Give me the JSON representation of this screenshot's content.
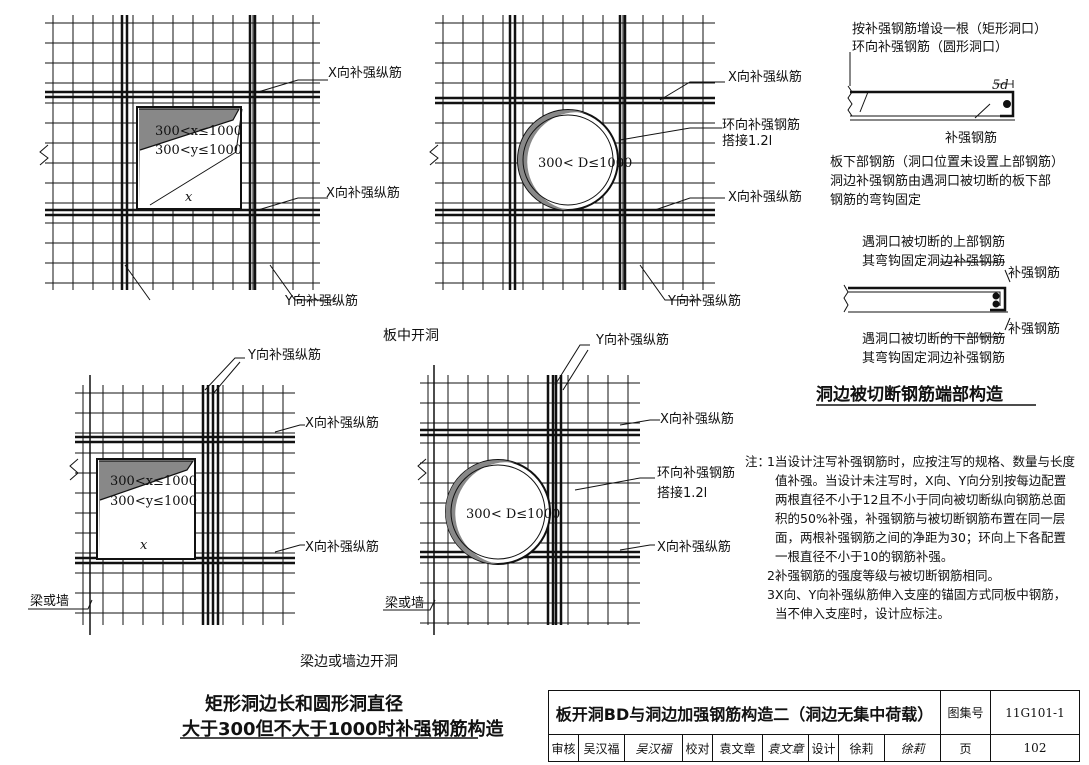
{
  "panels": {
    "top_left": {
      "label_x_top": "X向补强纵筋",
      "label_x_bottom": "X向补强纵筋",
      "label_y": "Y向补强纵筋",
      "range_x": "300<x≤1000",
      "range_y": "300<y≤1000",
      "dim_x": "x"
    },
    "top_mid": {
      "label_x_top": "X向补强纵筋",
      "label_ring": "环向补强钢筋",
      "label_ring_lap": "搭接1.2l",
      "label_x_bottom": "X向补强纵筋",
      "label_y": "Y向补强纵筋",
      "range_d": "300< D≤1000"
    },
    "caption_top": "板中开洞",
    "bottom_left": {
      "label_y": "Y向补强纵筋",
      "label_x_top": "X向补强纵筋",
      "label_x_bottom": "X向补强纵筋",
      "label_wall": "梁或墙",
      "range_x": "300<x≤1000",
      "range_y": "300<y≤1000",
      "dim_x": "x"
    },
    "bottom_mid": {
      "label_y": "Y向补强纵筋",
      "label_x_top": "X向补强纵筋",
      "label_ring": "环向补强钢筋",
      "label_ring_lap": "搭接1.2l",
      "label_x_bottom": "X向补强纵筋",
      "label_wall": "梁或墙",
      "range_d": "300< D≤1000"
    },
    "caption_bottom": "梁边或墙边开洞"
  },
  "detail": {
    "line1": "按补强钢筋增设一根（矩形洞口）",
    "line2": "环向补强钢筋（圆形洞口）",
    "dim_5d": "5d",
    "label_rebar": "补强钢筋",
    "desc1": "板下部钢筋（洞口位置未设置上部钢筋）",
    "desc2": "洞边补强钢筋由遇洞口被切断的板下部",
    "desc3": "钢筋的弯钩固定",
    "upper1": "遇洞口被切断的上部钢筋",
    "upper2": "其弯钩固定洞边补强钢筋",
    "rebar_a": "补强钢筋",
    "rebar_b": "补强钢筋",
    "lower1": "遇洞口被切断的下部钢筋",
    "lower2": "其弯钩固定洞边补强钢筋",
    "title": "洞边被切断钢筋端部构造"
  },
  "notes": {
    "head": "注：",
    "items": [
      {
        "num": "1.",
        "text": "当设计注写补强钢筋时，应按注写的规格、数量与长度值补强。当设计未注写时，X向、Y向分别按每边配置两根直径不小于12且不小于同向被切断纵向钢筋总面积的50%补强，补强钢筋与被切断钢筋布置在同一层面，两根补强钢筋之间的净距为30；环向上下各配置一根直径不小于10的钢筋补强。"
      },
      {
        "num": "2.",
        "text": "补强钢筋的强度等级与被切断钢筋相同。"
      },
      {
        "num": "3.",
        "text": "X向、Y向补强纵筋伸入支座的锚固方式同板中钢筋，当不伸入支座时，设计应标注。"
      }
    ]
  },
  "main_title": {
    "line1": "矩形洞边长和圆形洞直径",
    "line2": "大于300但不大于1000时补强钢筋构造"
  },
  "title_block": {
    "title": "板开洞BD与洞边加强钢筋构造二（洞边无集中荷载）",
    "atlas_label": "图集号",
    "atlas_no": "11G101-1",
    "review_label": "审核",
    "reviewer": "吴汉福",
    "reviewer_sig": "吴汉福",
    "check_label": "校对",
    "checker": "袁文章",
    "checker_sig": "袁文章",
    "design_label": "设计",
    "designer": "徐莉",
    "designer_sig": "徐莉",
    "page_label": "页",
    "page_no": "102"
  }
}
